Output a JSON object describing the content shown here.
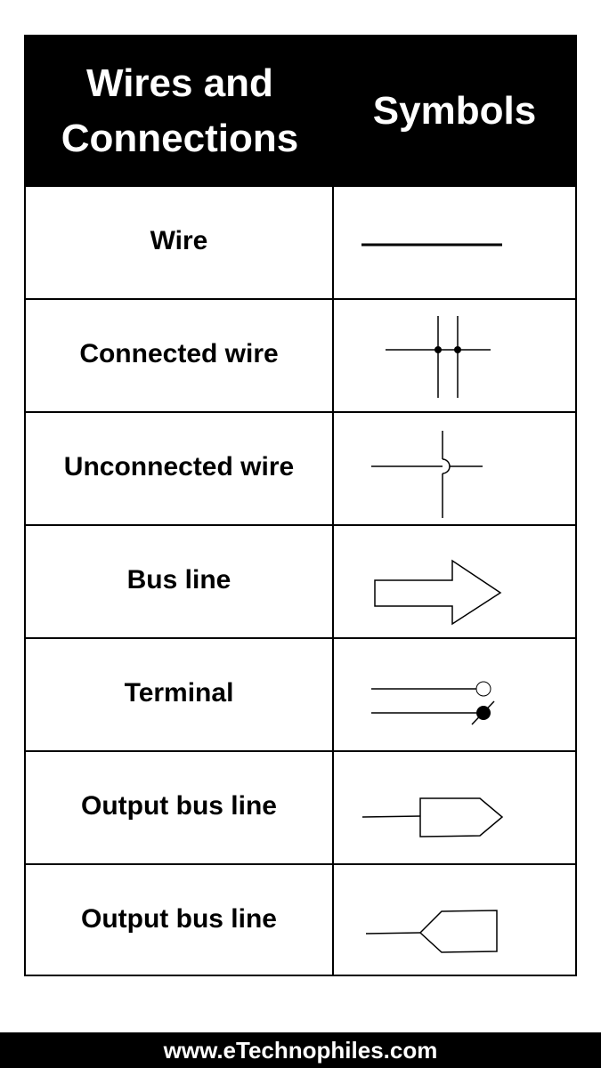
{
  "header": {
    "left_line1": "Wires and",
    "left_line2": "Connections",
    "right": "Symbols"
  },
  "rows": [
    {
      "name": "Wire",
      "symbol": "wire-symbol"
    },
    {
      "name": "Connected wire",
      "symbol": "connected-wire-symbol"
    },
    {
      "name": "Unconnected wire",
      "symbol": "unconnected-wire-symbol"
    },
    {
      "name": "Bus line",
      "symbol": "bus-line-arrow-symbol"
    },
    {
      "name": "Terminal",
      "symbol": "terminal-symbol"
    },
    {
      "name": "Output bus line",
      "symbol": "output-bus-line-right-symbol"
    },
    {
      "name": "Output bus line",
      "symbol": "output-bus-line-left-symbol"
    }
  ],
  "footer": {
    "url": "www.eTechnophiles.com"
  },
  "colors": {
    "header_bg": "#000000",
    "header_text": "#ffffff",
    "line": "#000000",
    "background": "#ffffff"
  }
}
